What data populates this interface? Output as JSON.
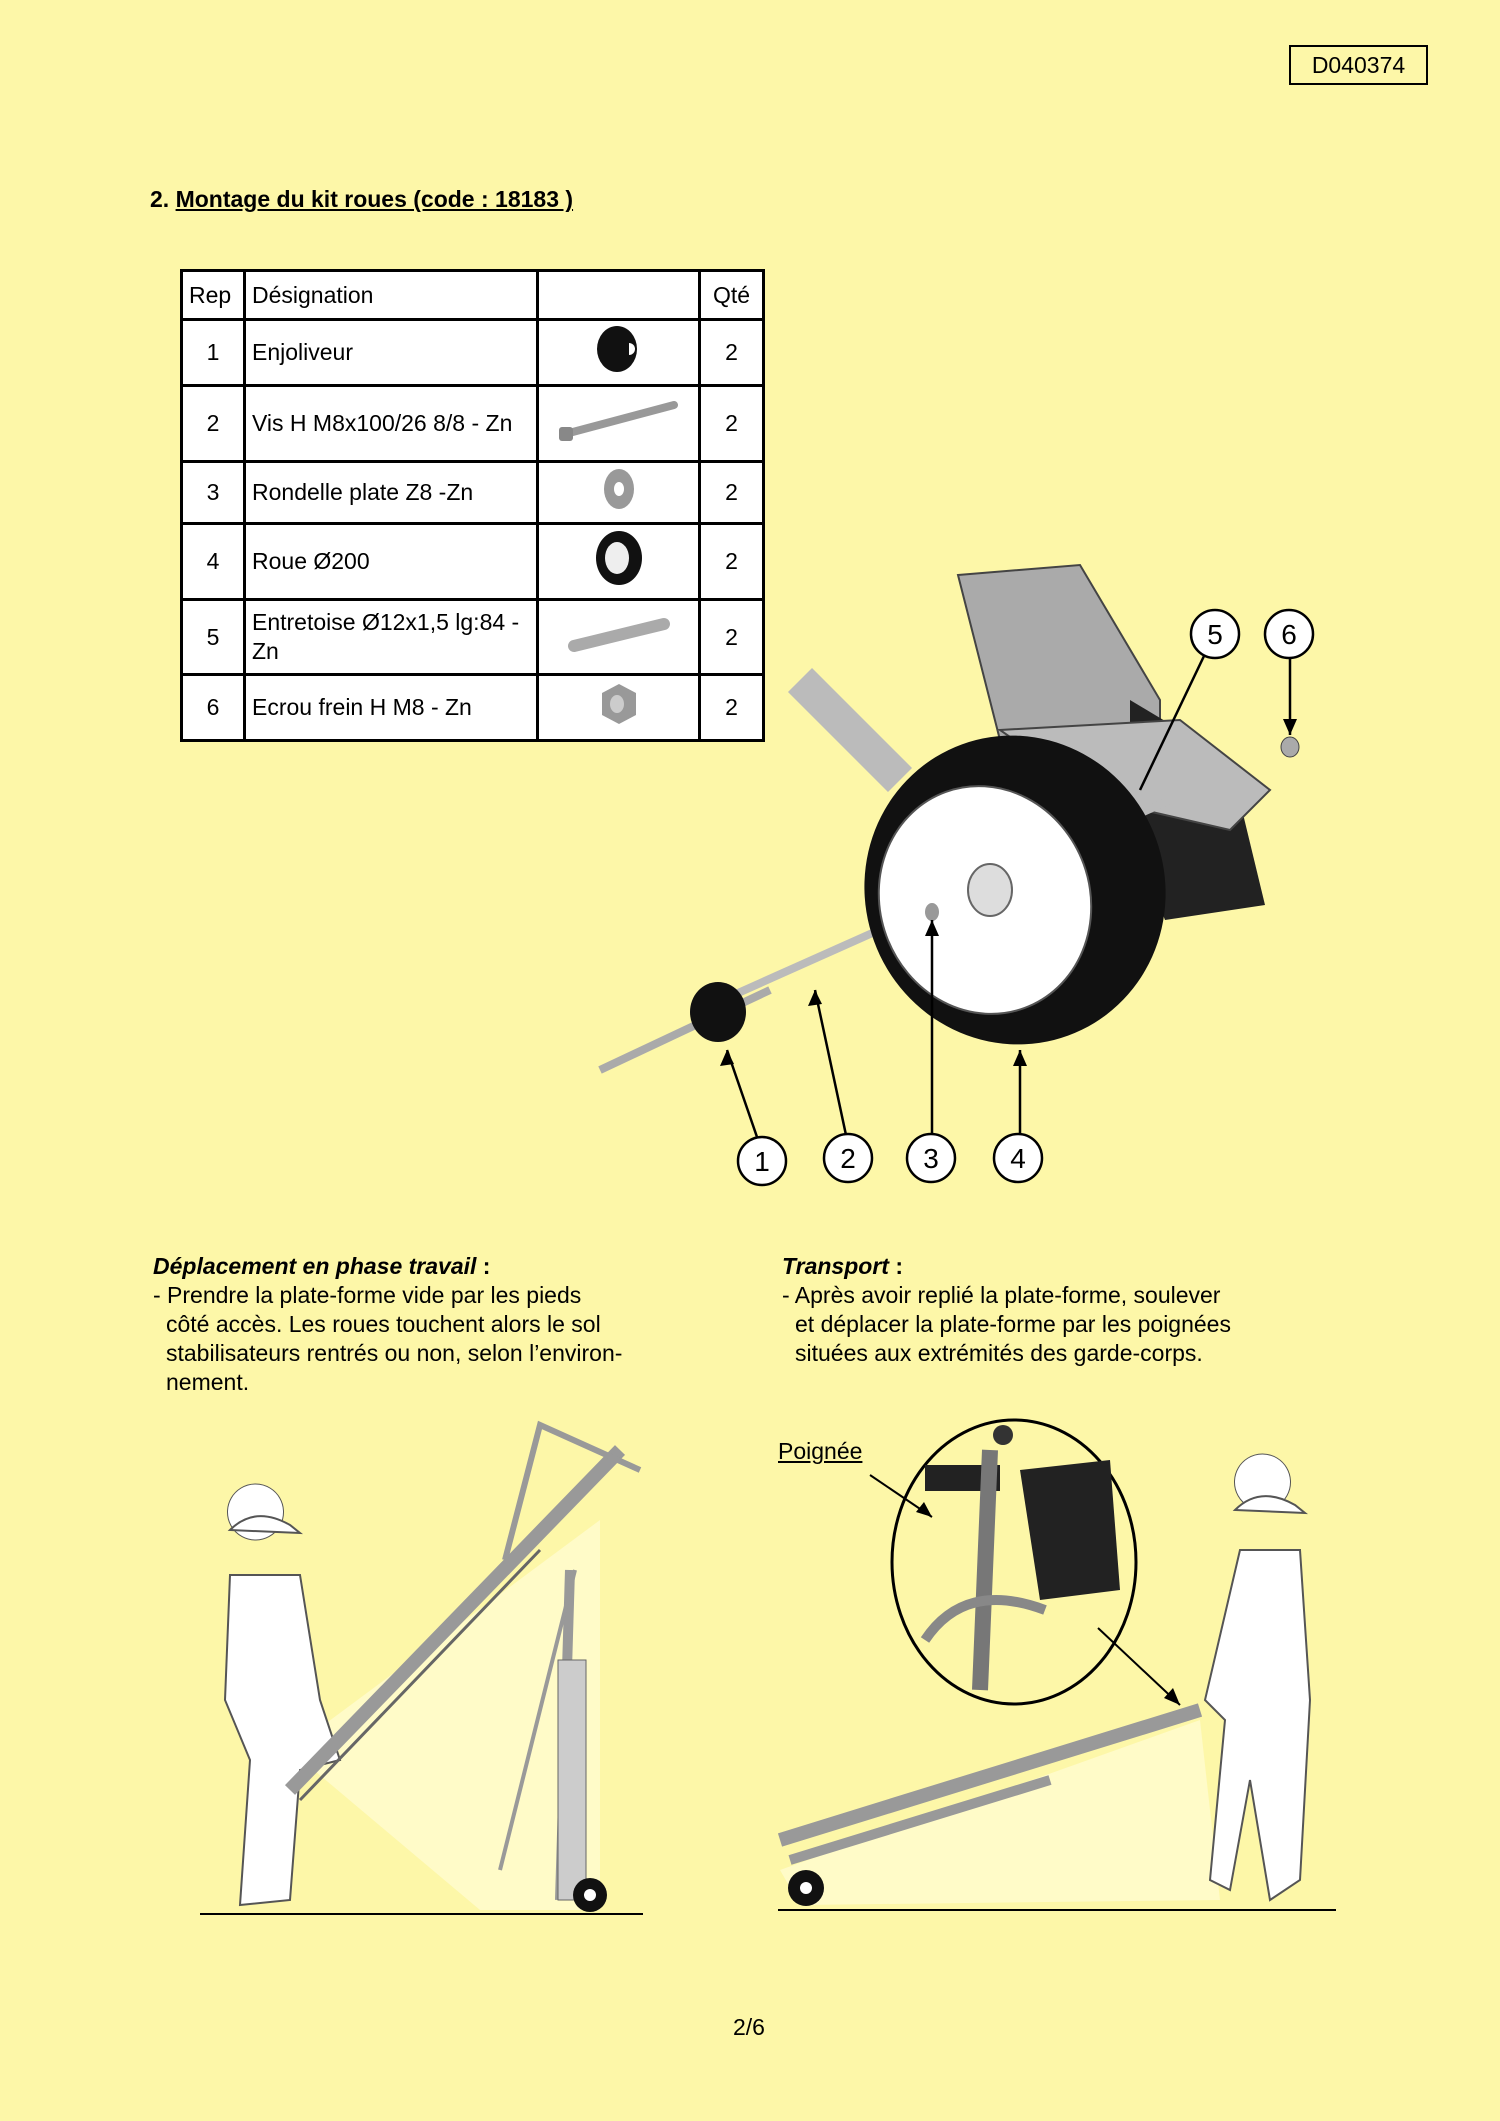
{
  "doc_ref": "D040374",
  "section": {
    "number": "2.",
    "title": "Montage du kit roues (code : 18183 )"
  },
  "table": {
    "headers": {
      "rep": "Rep",
      "designation": "Désignation",
      "image": "",
      "qty": "Qté"
    },
    "rows": [
      {
        "rep": "1",
        "designation": "Enjoliveur",
        "qty": "2",
        "icon": "cap-icon"
      },
      {
        "rep": "2",
        "designation": "Vis H M8x100/26  8/8 - Zn",
        "qty": "2",
        "icon": "bolt-icon"
      },
      {
        "rep": "3",
        "designation": "Rondelle plate Z8 -Zn",
        "qty": "2",
        "icon": "washer-icon"
      },
      {
        "rep": "4",
        "designation": "Roue Ø200",
        "qty": "2",
        "icon": "wheel-icon"
      },
      {
        "rep": "5",
        "designation": "Entretoise Ø12x1,5 lg:84 -Zn",
        "qty": "2",
        "icon": "spacer-icon"
      },
      {
        "rep": "6",
        "designation": "Ecrou frein H M8 - Zn",
        "qty": "2",
        "icon": "nut-icon"
      }
    ]
  },
  "callouts": [
    "1",
    "2",
    "3",
    "4",
    "5",
    "6"
  ],
  "work": {
    "heading": "Déplacement en phase travail",
    "colon": " :",
    "lines": [
      "- Prendre la plate-forme vide par les pieds",
      "côté accès. Les roues touchent alors le sol",
      "stabilisateurs rentrés ou non, selon l’environ-",
      "nement."
    ]
  },
  "transport": {
    "heading": "Transport",
    "colon": " :",
    "lines": [
      "- Après avoir replié la plate-forme, soulever",
      "et déplacer la plate-forme par les poignées",
      "situées aux extrémités des garde-corps."
    ]
  },
  "handle_label": "Poignée",
  "page": "2/6"
}
